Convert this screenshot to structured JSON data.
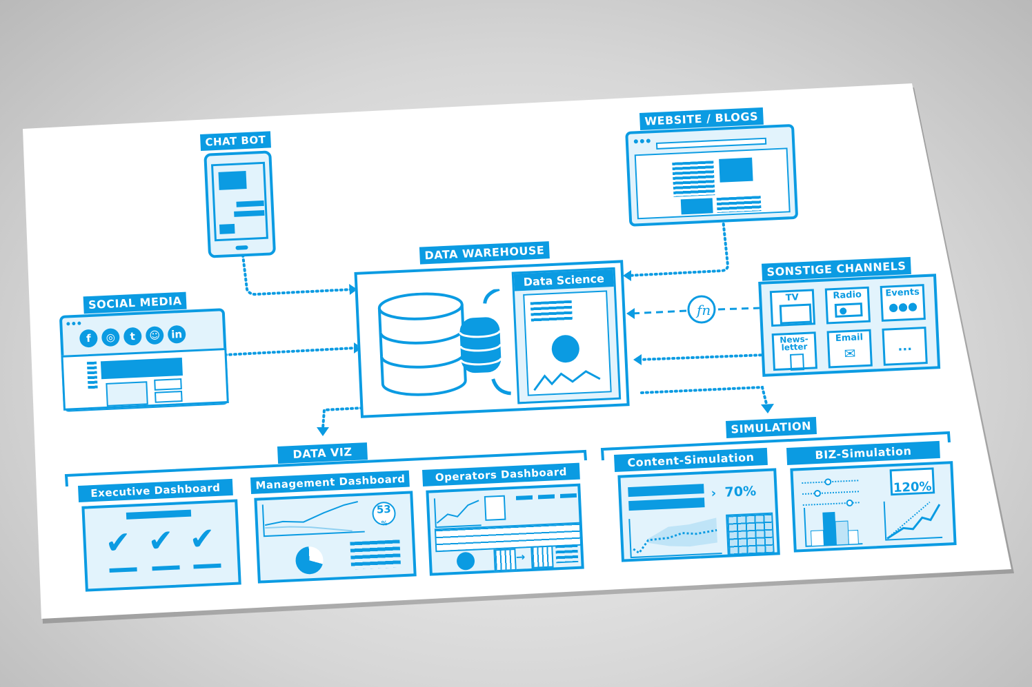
{
  "chat_bot": {
    "label": "CHAT BOT"
  },
  "website": {
    "label": "WEBSITE / BLOGS"
  },
  "data_warehouse": {
    "label": "DATA WAREHOUSE",
    "data_science": "Data Science"
  },
  "social_media": {
    "label": "SOCIAL MEDIA",
    "icons": [
      "f",
      "◎",
      "t",
      "☺",
      "in"
    ]
  },
  "channels": {
    "label": "SONSTIGE CHANNELS",
    "items": [
      "TV",
      "Radio",
      "Events",
      "News-\nletter",
      "Email",
      "..."
    ],
    "fn": "fn"
  },
  "simulation": {
    "label": "SIMULATION",
    "content": {
      "title": "Content-Simulation",
      "value": "70%"
    },
    "biz": {
      "title": "BIZ-Simulation",
      "value": "120%"
    }
  },
  "data_viz": {
    "label": "DATA VIZ",
    "executive": {
      "title": "Executive Dashboard"
    },
    "management": {
      "title": "Management Dashboard",
      "value": "53",
      "unit": "%"
    },
    "operators": {
      "title": "Operators Dashboard"
    }
  },
  "colors": {
    "primary": "#0b9be2",
    "fill": "#e2f3fc"
  }
}
